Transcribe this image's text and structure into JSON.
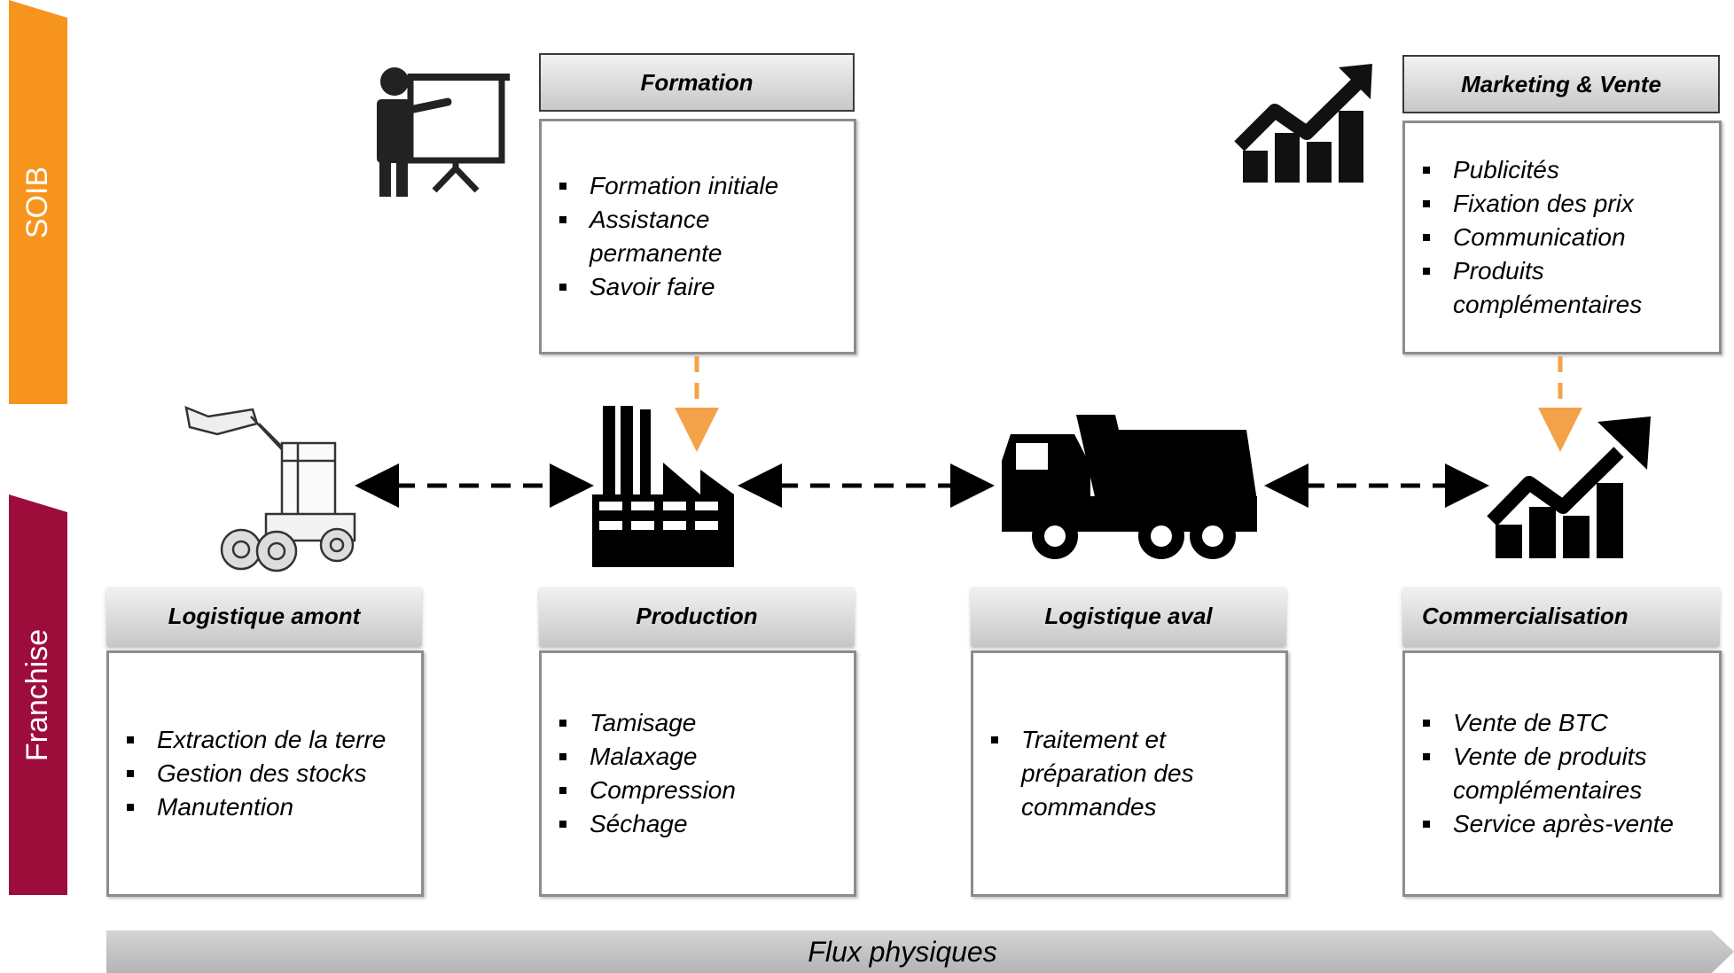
{
  "bands": {
    "soib": "SOIB",
    "franchise": "Franchise"
  },
  "support": {
    "formation": {
      "title": "Formation",
      "items": [
        "Formation initiale",
        "Assistance permanente",
        "Savoir faire"
      ]
    },
    "marketing": {
      "title": "Marketing & Vente",
      "items": [
        "Publicités",
        "Fixation des prix",
        "Communication",
        "Produits complémentaires"
      ]
    }
  },
  "chain": {
    "amont": {
      "title": "Logistique amont",
      "items": [
        "Extraction de la terre",
        "Gestion des stocks",
        "Manutention"
      ]
    },
    "production": {
      "title": "Production",
      "items": [
        "Tamisage",
        "Malaxage",
        "Compression",
        "Séchage"
      ]
    },
    "aval": {
      "title": "Logistique aval",
      "items": [
        "Traitement et préparation des commandes"
      ]
    },
    "commercialisation": {
      "title": "Commercialisation",
      "items": [
        "Vente de BTC",
        "Vente de produits complémentaires",
        "Service après-vente"
      ]
    }
  },
  "flow_label": "Flux physiques",
  "icons": [
    "presentation-icon",
    "growth-chart-icon",
    "loader-icon",
    "factory-icon",
    "dump-truck-icon",
    "growth-chart-icon"
  ],
  "colors": {
    "soib_band": "#f7941d",
    "franchise_band": "#9c0d3c",
    "support_link": "#f4a24a"
  }
}
